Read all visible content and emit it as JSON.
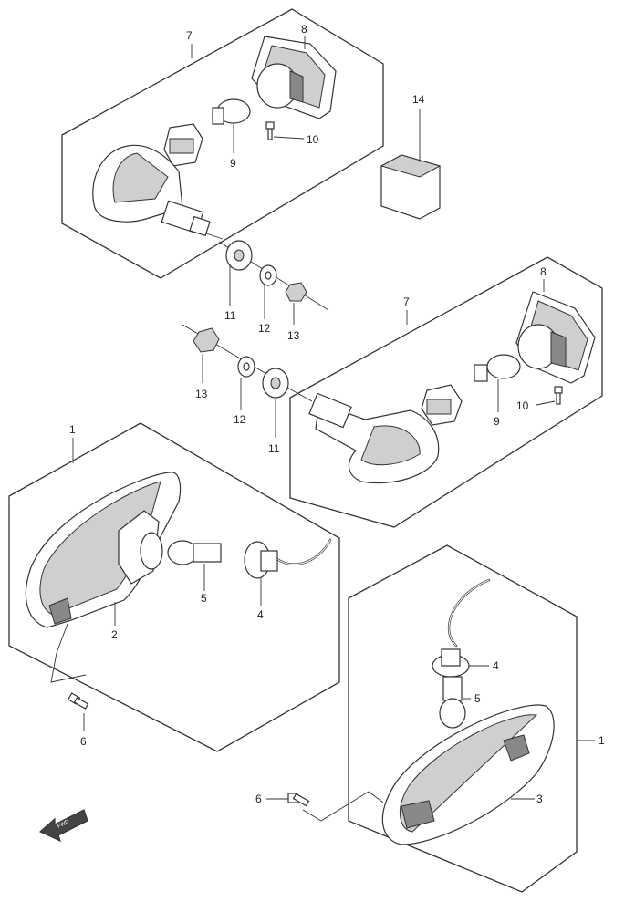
{
  "callouts": {
    "top_assembly": {
      "n7": "7",
      "n8": "8",
      "n9": "9",
      "n10": "10",
      "n14": "14",
      "n11": "11",
      "n12": "12",
      "n13": "13"
    },
    "middle_assembly": {
      "n7": "7",
      "n8": "8",
      "n9": "9",
      "n10": "10",
      "n11": "11",
      "n12": "12",
      "n13": "13"
    },
    "left_assembly": {
      "n1": "1",
      "n2": "2",
      "n4": "4",
      "n5": "5",
      "n6": "6"
    },
    "right_assembly": {
      "n1": "1",
      "n3": "3",
      "n4": "4",
      "n5": "5",
      "n6": "6"
    }
  },
  "front_indicator": "FWD"
}
